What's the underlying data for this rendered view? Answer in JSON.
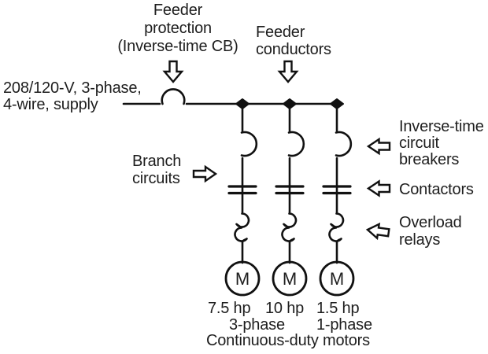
{
  "labels": {
    "feeder_protection": {
      "line1": "Feeder",
      "line2": "protection",
      "line3": "(Inverse-time CB)"
    },
    "feeder_conductors": {
      "line1": "Feeder",
      "line2": "conductors"
    },
    "supply": {
      "line1": "208/120-V, 3-phase,",
      "line2": "4-wire, supply"
    },
    "branch_circuits": {
      "line1": "Branch",
      "line2": "circuits"
    },
    "inverse_time_breakers": {
      "line1": "Inverse-time",
      "line2": "circuit",
      "line3": "breakers"
    },
    "contactors": {
      "line1": "Contactors"
    },
    "overload_relays": {
      "line1": "Overload",
      "line2": "relays"
    }
  },
  "motors": [
    {
      "symbol": "M",
      "rating": "7.5 hp"
    },
    {
      "symbol": "M",
      "rating": "10 hp"
    },
    {
      "symbol": "M",
      "rating": "1.5 hp"
    }
  ],
  "motor_notes": {
    "phase_left": "3-phase",
    "phase_right": "1-phase",
    "bottom": "Continuous-duty motors"
  },
  "icons": {
    "feeder_protection_pointer": "down-block-arrow",
    "feeder_conductors_pointer": "down-block-arrow",
    "branch_circuits_pointer": "right-block-arrow",
    "breakers_pointer": "left-block-arrow",
    "contactors_pointer": "left-block-arrow",
    "overload_pointer": "left-block-arrow"
  },
  "colors": {
    "line": "#111111",
    "text": "#1e1e1e",
    "background": "#ffffff"
  }
}
